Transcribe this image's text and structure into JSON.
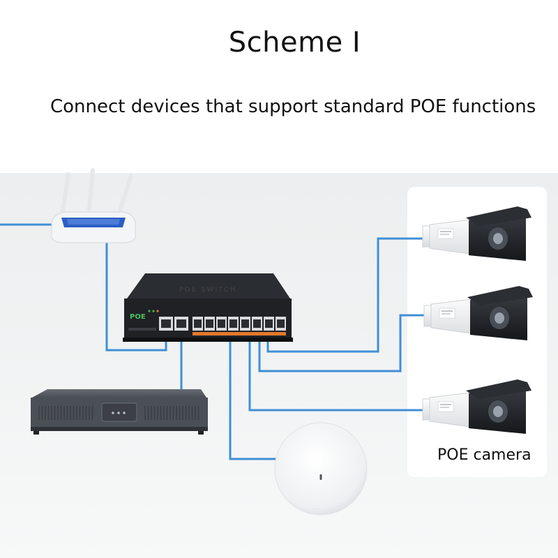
{
  "page": {
    "title": "Scheme I",
    "subtitle": "Connect devices that support standard POE functions"
  },
  "devices": {
    "switch": {
      "logo_text": "POE",
      "top_label": "POE SWITCH"
    },
    "camera_caption": "POE camera"
  },
  "colors": {
    "cable": "#3f8fd6",
    "switch_body": "#1f2125",
    "port_accent": "#e37a2c",
    "led_green": "#39b54a",
    "logo_green": "#47c45a",
    "camera_body": "#f1f2f3",
    "camera_dark": "#23262b",
    "router_blue": "#2b5fc4"
  },
  "icons": [
    "router-icon",
    "poe-switch-icon",
    "nvr-recorder-icon",
    "wireless-access-point-icon",
    "bullet-camera-icon"
  ]
}
